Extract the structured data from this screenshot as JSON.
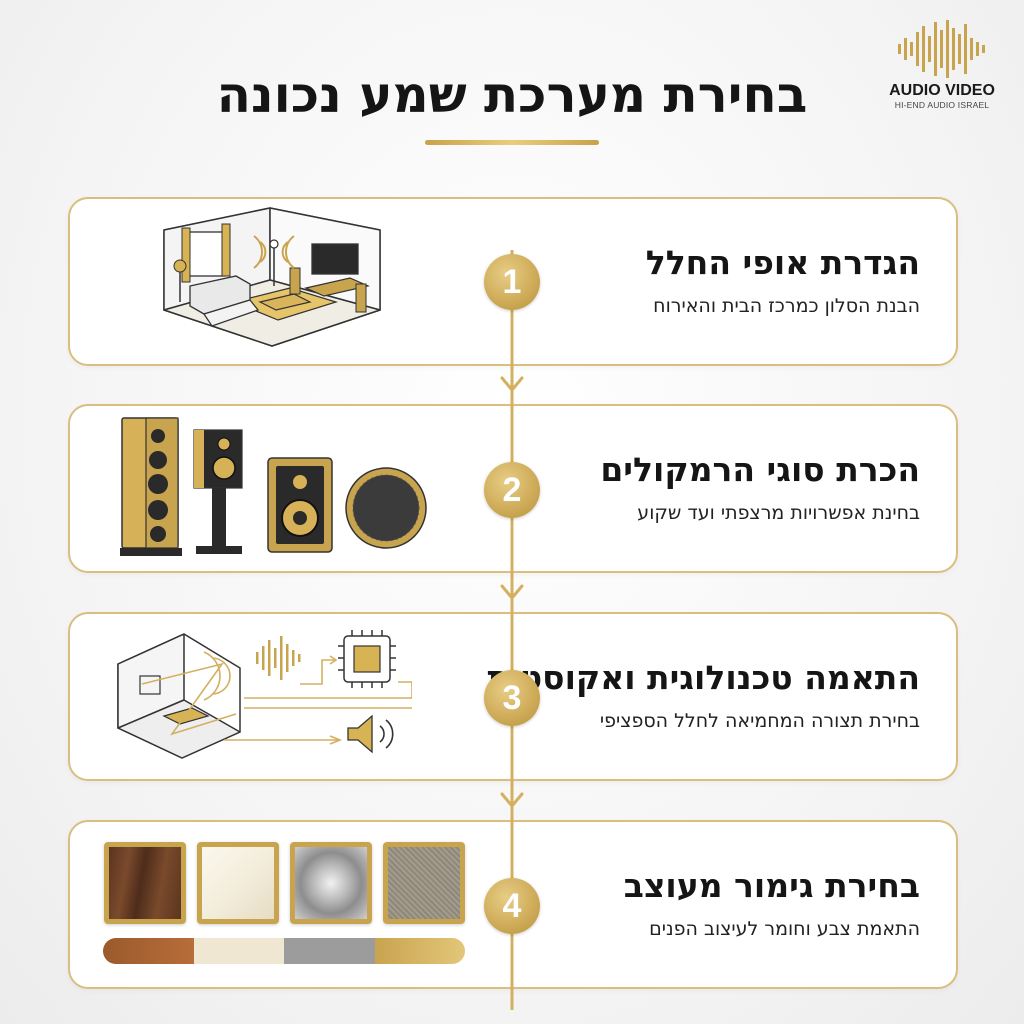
{
  "title": "בחירת מערכת שמע נכונה",
  "logo": {
    "name": "AUDIO VIDEO",
    "tagline": "HI-END AUDIO ISRAEL"
  },
  "colors": {
    "accent": "#c9a44f",
    "card_border": "#d9bf7d",
    "text": "#151515"
  },
  "steps": [
    {
      "number": "1",
      "title": "הגדרת אופי החלל",
      "subtitle": "הבנת הסלון כמרכז הבית והאירוח",
      "icon": "living-room-illustration"
    },
    {
      "number": "2",
      "title": "הכרת סוגי הרמקולים",
      "subtitle": "בחינת אפשרויות מרצפתי ועד שקוע",
      "icon": "speaker-types-illustration"
    },
    {
      "number": "3",
      "title": "התאמה טכנולוגית ואקוסטית",
      "subtitle": "בחירת תצורה המחמיאה לחלל הספציפי",
      "icon": "room-acoustics-chip-illustration"
    },
    {
      "number": "4",
      "title": "בחירת גימור מעוצב",
      "subtitle": "התאמת צבע וחומר לעיצוב הפנים",
      "icon": "finish-swatches-illustration"
    }
  ],
  "finishes": [
    "walnut-wood",
    "white-gloss",
    "brushed-metal",
    "fabric-grille"
  ]
}
